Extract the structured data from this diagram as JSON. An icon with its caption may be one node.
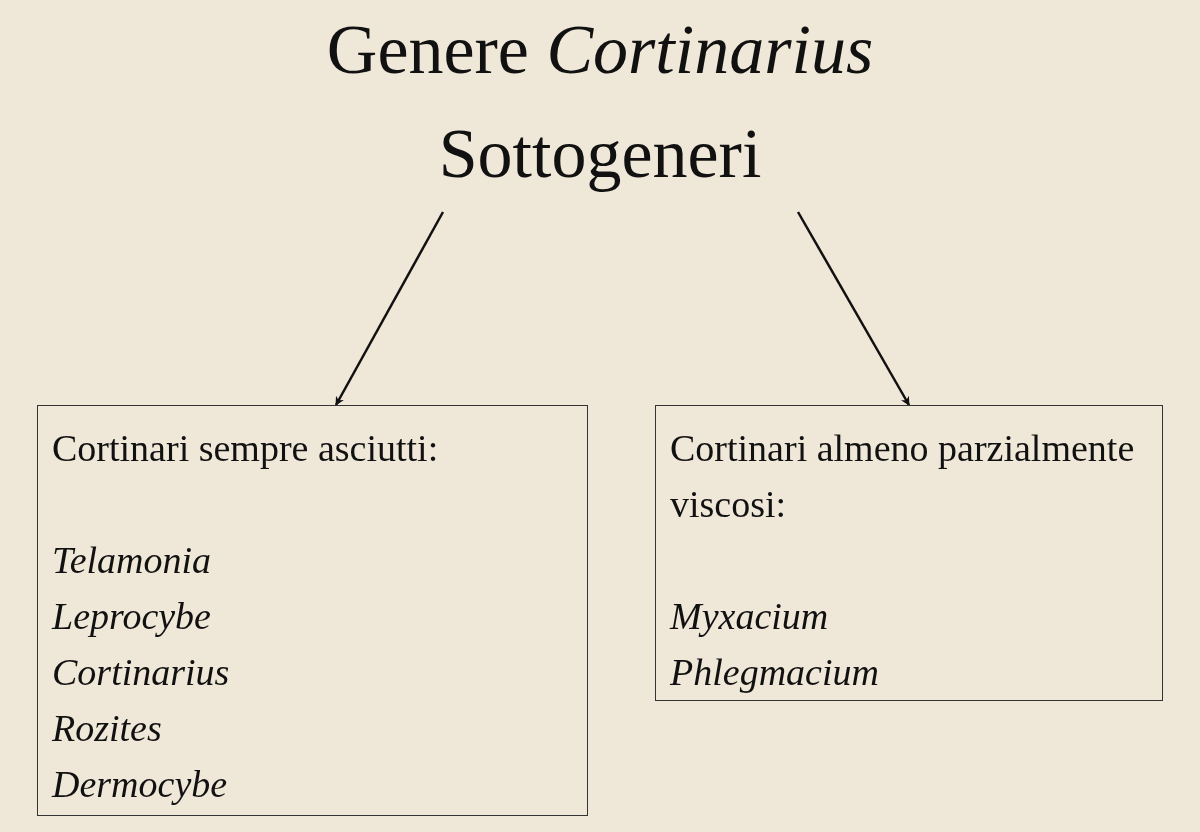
{
  "diagram": {
    "nodes": [
      {
        "text": [
          "Genere *Cortinarius*",
          "Sottogeneri"
        ]
      },
      {
        "text": [
          "Cortinari sempre asciutti:",
          "Telamonia",
          "Leprocybe",
          "Cortinarius",
          "Rozites",
          "Dermocybe"
        ]
      },
      {
        "text": [
          "Cortinari almeno parzialmente viscosi:",
          "Myxacium",
          "Phlegmacium"
        ]
      }
    ],
    "edges": [
      {
        "from": 0,
        "to": 1,
        "arrow": "to"
      },
      {
        "from": 0,
        "to": 2,
        "arrow": "to"
      }
    ]
  }
}
